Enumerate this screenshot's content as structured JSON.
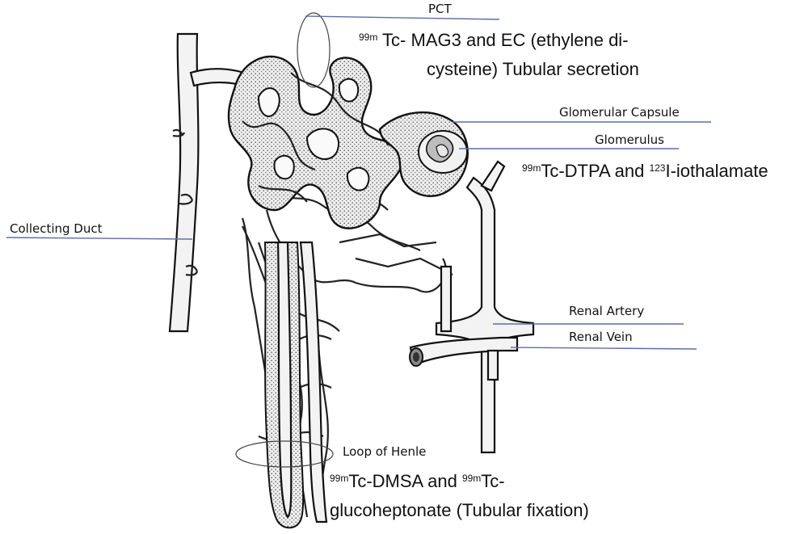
{
  "labels": {
    "pct": "PCT",
    "pct_sup": "99m",
    "pct_agents_line1": " Tc- MAG3 and EC (ethylene di-",
    "pct_agents_line2": "cysteine) Tubular secretion",
    "glomerular_capsule": "Glomerular Capsule",
    "glomerulus": "Glomerulus",
    "glom_sup1": "99m",
    "glom_agent1": "Tc-DTPA and ",
    "glom_sup2": "123",
    "glom_agent2": "I-iothalamate",
    "collecting_duct": "Collecting Duct",
    "renal_artery": "Renal Artery",
    "renal_vein": "Renal Vein",
    "loop_of_henle": "Loop of Henle",
    "loop_sup1": "99m",
    "loop_agent1": "Tc-DMSA and ",
    "loop_sup2": "99m",
    "loop_agent2": "Tc-",
    "loop_agent_line2": "glucoheptonate (Tubular fixation)"
  },
  "colors": {
    "pointer_line": "#5b6ea8",
    "outline": "#111111",
    "stipple": "#d2d2d2"
  }
}
